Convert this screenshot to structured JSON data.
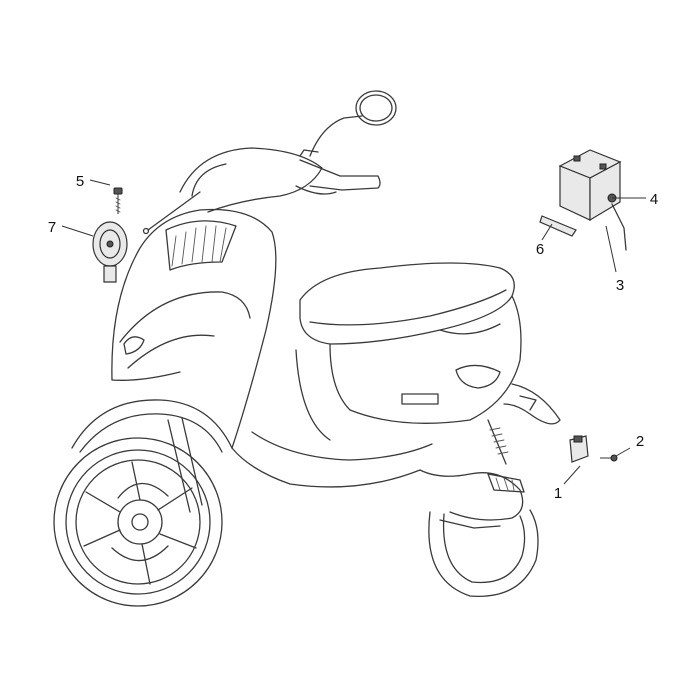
{
  "callouts": [
    {
      "id": "1",
      "label": "1"
    },
    {
      "id": "2",
      "label": "2"
    },
    {
      "id": "3",
      "label": "3"
    },
    {
      "id": "4",
      "label": "4"
    },
    {
      "id": "5",
      "label": "5"
    },
    {
      "id": "6",
      "label": "6"
    },
    {
      "id": "7",
      "label": "7"
    }
  ],
  "colors": {
    "line": "#3a3a3a",
    "background": "#ffffff"
  }
}
